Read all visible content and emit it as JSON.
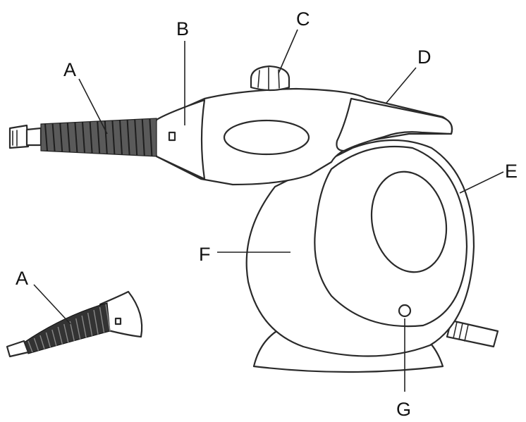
{
  "labels": {
    "a_top": "A",
    "a_bottom": "A",
    "b": "B",
    "c": "C",
    "d": "D",
    "e": "E",
    "f": "F",
    "g": "G"
  }
}
